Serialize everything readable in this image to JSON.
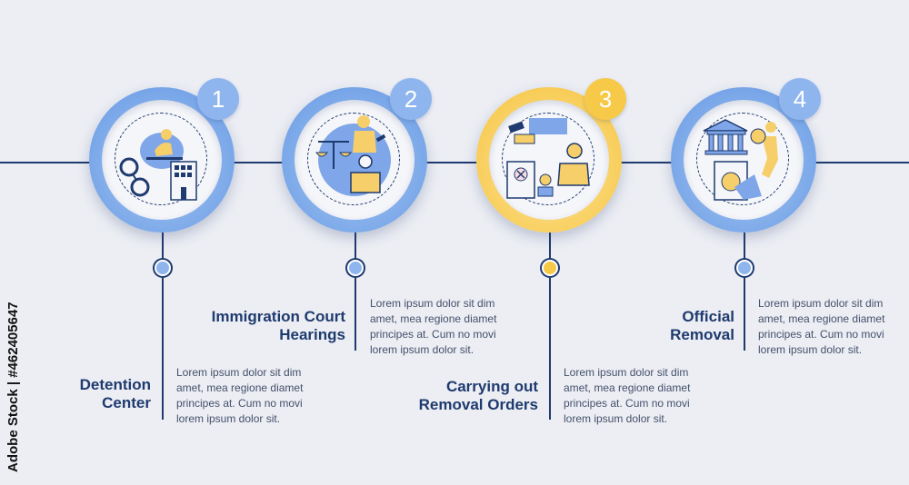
{
  "steps": [
    {
      "number": "1",
      "title_lines": [
        "Detention",
        "Center"
      ],
      "desc_lines": [
        "Lorem ipsum dolor sit dim",
        "amet, mea regione diamet",
        "principes at. Cum no movi",
        "lorem ipsum dolor sit."
      ],
      "accent": "#8fb5ee",
      "icon": "handcuffs-building-icon"
    },
    {
      "number": "2",
      "title_lines": [
        "Immigration Court",
        "Hearings"
      ],
      "desc_lines": [
        "Lorem ipsum dolor sit dim",
        "amet, mea regione diamet",
        "principes at. Cum no movi",
        "lorem ipsum dolor sit."
      ],
      "accent": "#8fb5ee",
      "icon": "judge-scales-icon"
    },
    {
      "number": "3",
      "title_lines": [
        "Carrying out",
        "Removal Orders"
      ],
      "desc_lines": [
        "Lorem ipsum dolor sit dim",
        "amet, mea regione diamet",
        "principes at. Cum no movi",
        "lorem ipsum dolor sit."
      ],
      "accent": "#f7c948",
      "icon": "gavel-stamp-document-icon"
    },
    {
      "number": "4",
      "title_lines": [
        "Official",
        "Removal"
      ],
      "desc_lines": [
        "Lorem ipsum dolor sit dim",
        "amet, mea regione diamet",
        "principes at. Cum no movi",
        "lorem ipsum dolor sit."
      ],
      "accent": "#8fb5ee",
      "icon": "bank-runner-icon"
    }
  ],
  "watermark": "Adobe Stock | #462405647"
}
